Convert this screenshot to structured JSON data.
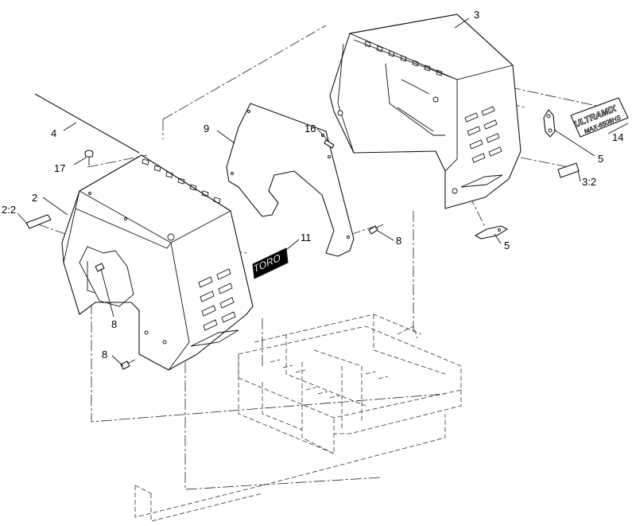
{
  "callouts": {
    "c3": "3",
    "c4": "4",
    "c9": "9",
    "c16": "16",
    "c17": "17",
    "c2": "2",
    "c2_2": "2:2",
    "c11": "11",
    "c8a": "8",
    "c8b": "8",
    "c8c": "8",
    "c14": "14",
    "c5a": "5",
    "c5b": "5",
    "c3_2": "3:2"
  },
  "decals": {
    "toro": "TORO",
    "ultramix": "ULTRAMIX",
    "model": "MAX-6508HS"
  }
}
